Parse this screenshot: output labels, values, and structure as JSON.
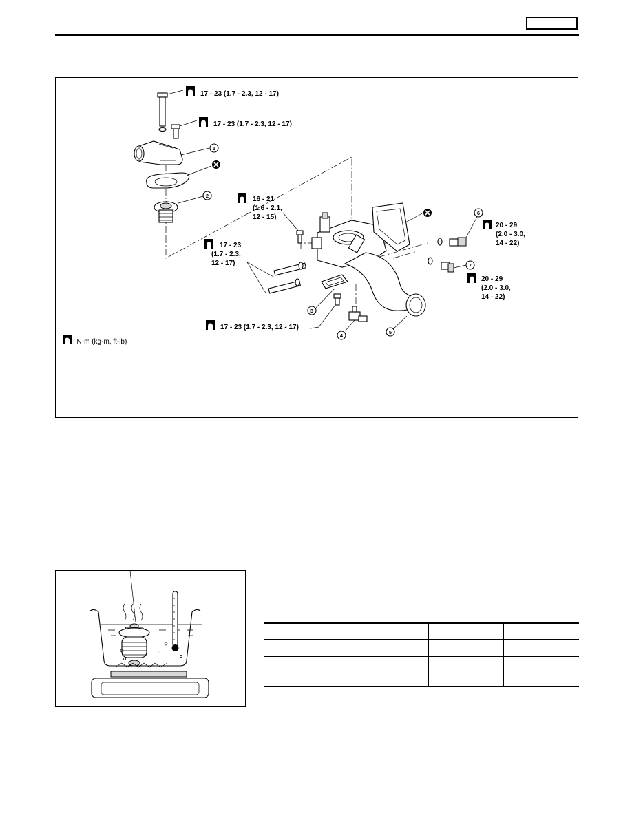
{
  "header": {
    "section_code": ""
  },
  "diagram": {
    "torque_callouts": [
      {
        "value": "17 - 23 (1.7 - 2.3, 12 - 17)"
      },
      {
        "value": "17 - 23 (1.7 - 2.3, 12 - 17)"
      },
      {
        "lines": [
          "16 - 21",
          "(1.6 - 2.1,",
          "12 - 15)"
        ]
      },
      {
        "lines": [
          "17 - 23",
          "(1.7 - 2.3,",
          "12 - 17)"
        ]
      },
      {
        "value": "17 - 23 (1.7 - 2.3, 12 - 17)"
      },
      {
        "lines": [
          "20 - 29",
          "(2.0 - 3.0,",
          "14 - 22)"
        ]
      },
      {
        "lines": [
          "20 - 29",
          "(2.0 - 3.0,",
          "14 - 22)"
        ]
      }
    ],
    "part_numbers": [
      "1",
      "2",
      "3",
      "4",
      "5",
      "6",
      "7"
    ],
    "legend": ": N·m (kg-m, ft-lb)",
    "icons": [
      "torque-wrench-icon",
      "do-not-reuse-icon"
    ]
  },
  "thermostat_figure": {
    "icons": [
      "thermostat-icon",
      "thermometer-icon",
      "heater-icon",
      "steam-icon"
    ]
  },
  "spec_table": {
    "header": [
      "",
      "",
      ""
    ],
    "rows": [
      [
        "",
        "",
        ""
      ],
      [
        "",
        "",
        ""
      ]
    ]
  }
}
